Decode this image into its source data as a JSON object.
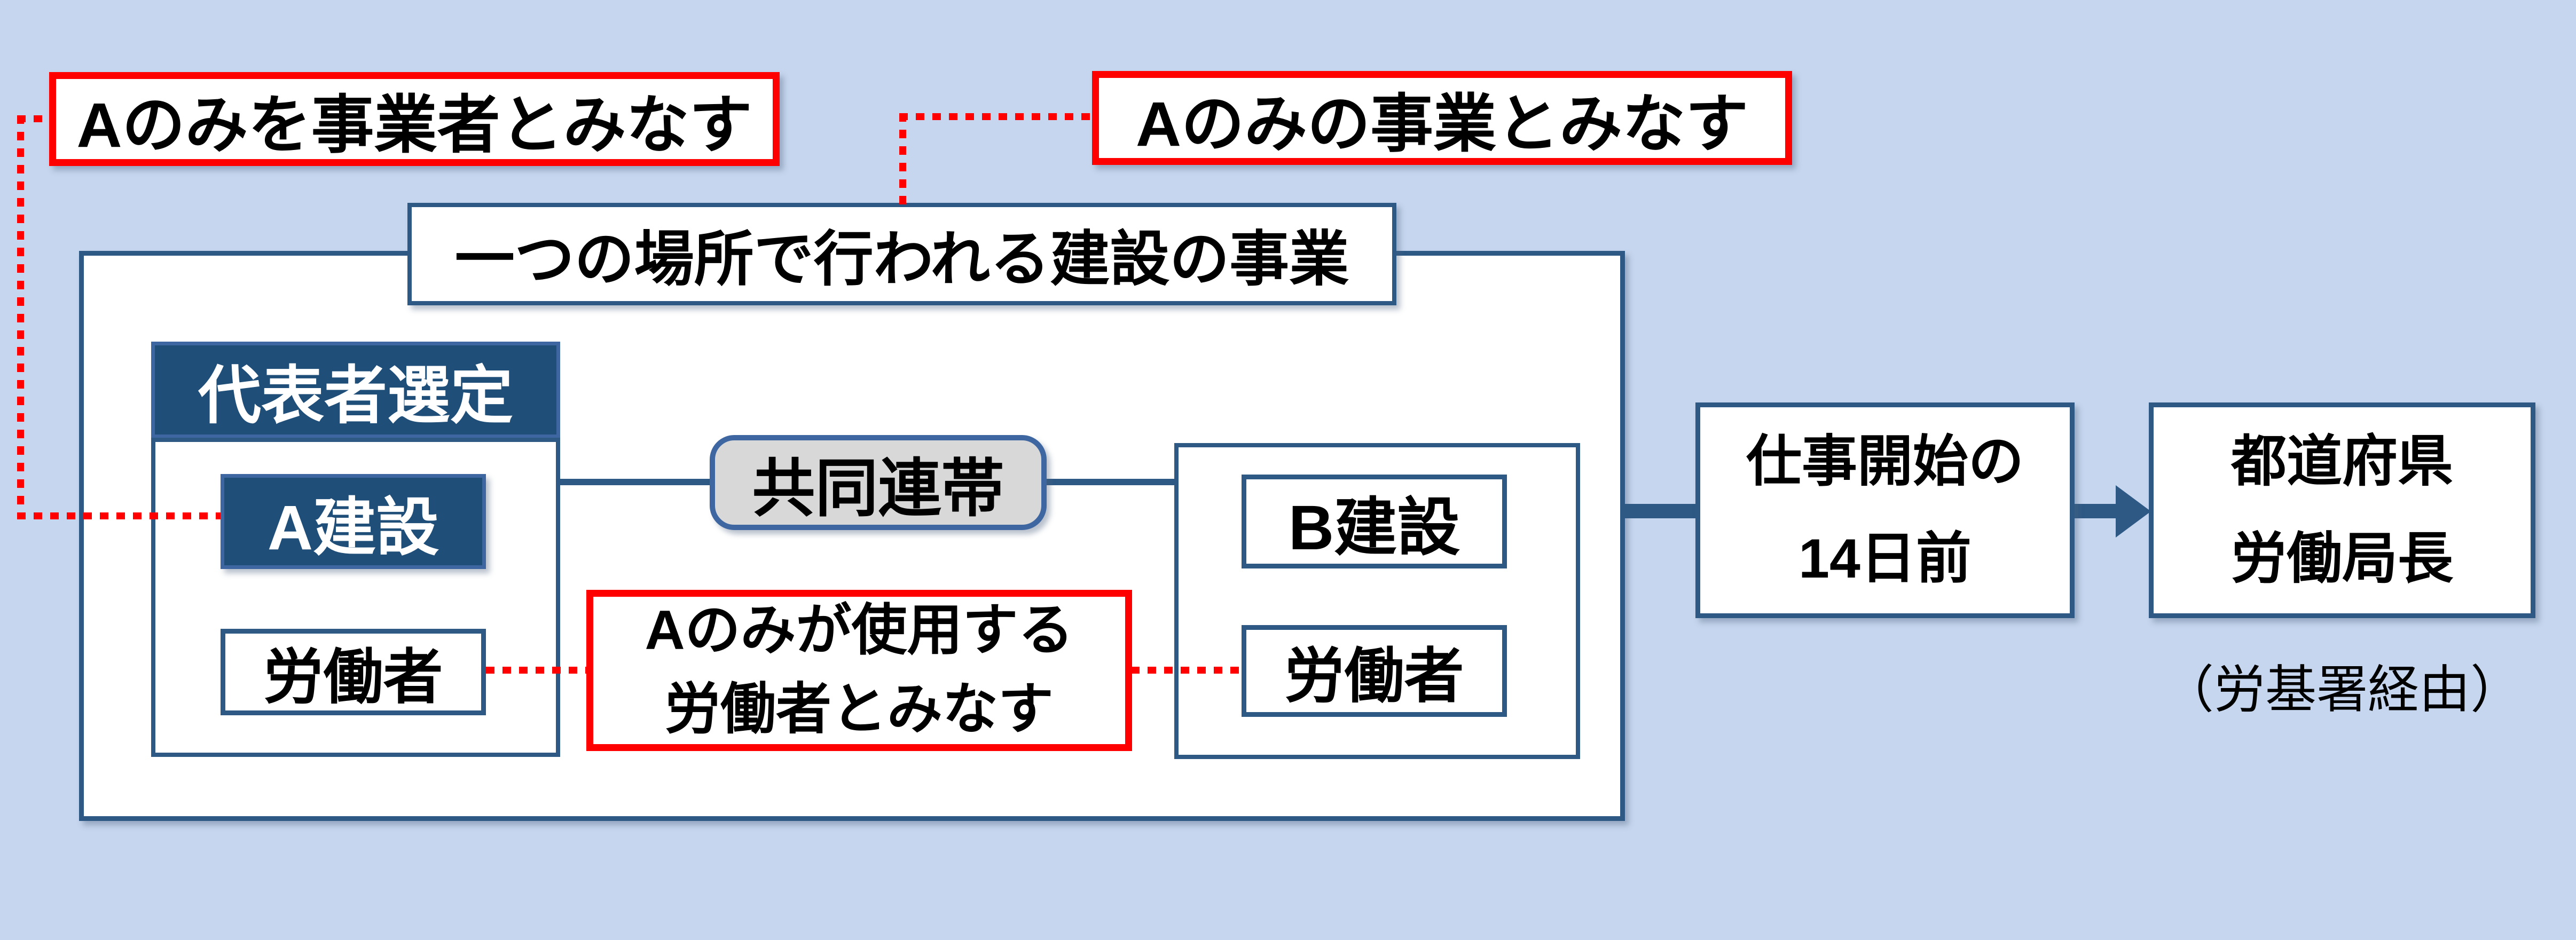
{
  "colors": {
    "bg": "#C6D6EE",
    "red": "#FF0000",
    "navy-fill": "#1F4E79",
    "navy-border": "#2E5984",
    "navy-light": "#3E66A0",
    "gray-fill": "#D8D8D8",
    "white": "#FFFFFF",
    "ink": "#000000"
  },
  "notes": {
    "deemed_employer": "Aのみを事業者とみなす",
    "deemed_business": "Aのみの事業とみなす",
    "deemed_workers_line1": "Aのみが使用する",
    "deemed_workers_line2": "労働者とみなす",
    "via": "（労基署経由）"
  },
  "site": {
    "title": "一つの場所で行われる建設の事業",
    "representative_header": "代表者選定",
    "company_a": "A建設",
    "workers_a": "労働者",
    "joint_liability": "共同連帯",
    "company_b": "B建設",
    "workers_b": "労働者"
  },
  "flow": {
    "deadline_line1": "仕事開始の",
    "deadline_line2": "14日前",
    "bureau_line1": "都道府県",
    "bureau_line2": "労働局長"
  }
}
